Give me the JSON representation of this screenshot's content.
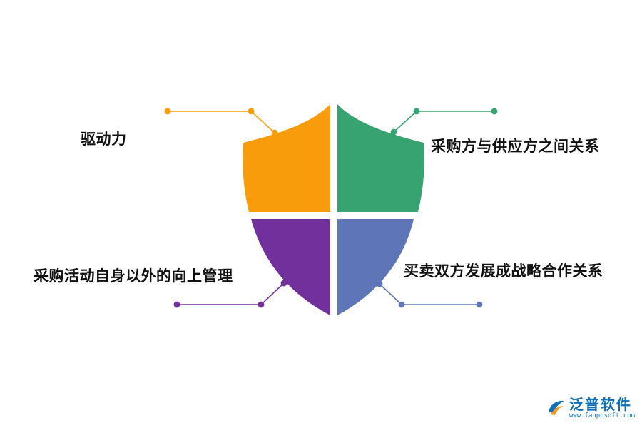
{
  "quadrants": [
    {
      "id": "top-left",
      "label": "驱动力",
      "color": "#F99C0C"
    },
    {
      "id": "top-right",
      "label": "采购方与供应方之间关系",
      "color": "#36A370"
    },
    {
      "id": "bottom-left",
      "label": "采购活动自身以外的向上管理",
      "color": "#71309B"
    },
    {
      "id": "bottom-right",
      "label": "买卖双方发展成战略合作关系",
      "color": "#5E76B8"
    }
  ],
  "logo": {
    "name": "泛普软件",
    "url": "www.fanpusoft.com",
    "color": "#0E6FB8"
  }
}
